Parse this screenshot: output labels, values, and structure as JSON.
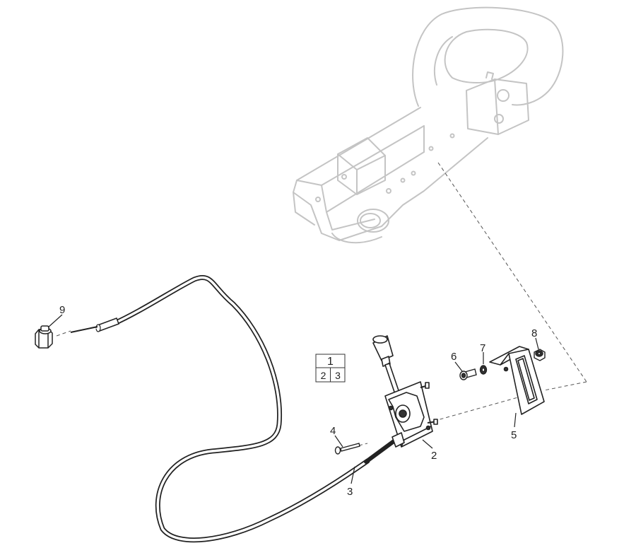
{
  "callouts": [
    {
      "id": "9",
      "label": "9"
    },
    {
      "id": "6",
      "label": "6"
    },
    {
      "id": "7",
      "label": "7"
    },
    {
      "id": "8",
      "label": "8"
    },
    {
      "id": "4",
      "label": "4"
    },
    {
      "id": "2",
      "label": "2"
    },
    {
      "id": "3",
      "label": "3"
    },
    {
      "id": "5",
      "label": "5"
    }
  ],
  "assembly_box": {
    "top": "1",
    "bottom_left": "2",
    "bottom_right": "3"
  },
  "colors": {
    "line": "#222222",
    "ghost": "#c4c4c4",
    "part_fill": "#ffffff",
    "dark": "#333333"
  }
}
